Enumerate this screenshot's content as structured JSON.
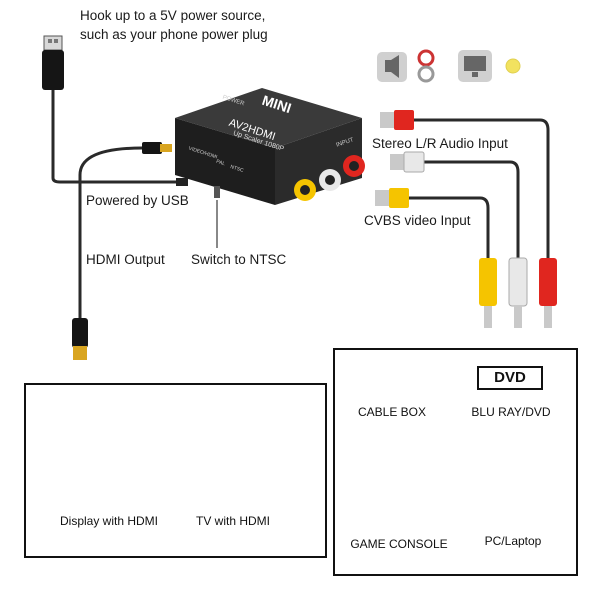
{
  "captions": {
    "power_line1": "Hook up to a 5V power source,",
    "power_line2": "such as your phone power plug",
    "powered_by_usb": "Powered by USB",
    "hdmi_output": "HDMI Output",
    "switch_ntsc": "Switch to NTSC",
    "stereo_input": "Stereo L/R Audio Input",
    "cvbs_input": "CVBS video Input"
  },
  "converter": {
    "brand": "MINI",
    "model": "AV2HDMI",
    "subtitle": "Up Scaler 1080P",
    "power_port": "POWER",
    "input_port": "INPUT",
    "side_label_1": "VIDEO/HDMI",
    "side_label_2": "PAL",
    "side_label_3": "NTSC"
  },
  "outputs": {
    "display": "Display with HDMI",
    "tv": "TV with HDMI"
  },
  "sources": {
    "cable_box": "CABLE BOX",
    "dvd_badge": "DVD",
    "bluray": "BLU RAY/DVD",
    "game_console": "GAME CONSOLE",
    "pc": "PC/Laptop"
  },
  "colors": {
    "red": "#e0261f",
    "white": "#e8e8e8",
    "yellow": "#f5c400",
    "cable": "#2a2a2a",
    "device_body": "#1e1e1e",
    "gold": "#d9a520"
  },
  "icons": [
    "usb-plug-icon",
    "hdmi-plug-icon",
    "speaker-icon",
    "audio-jack-icon",
    "monitor-icon",
    "yellow-dot-icon",
    "rca-plug-icon",
    "desktop-monitor-icon",
    "tv-icon",
    "cable-box-icon",
    "gamepad-icon",
    "pc-tower-icon"
  ]
}
